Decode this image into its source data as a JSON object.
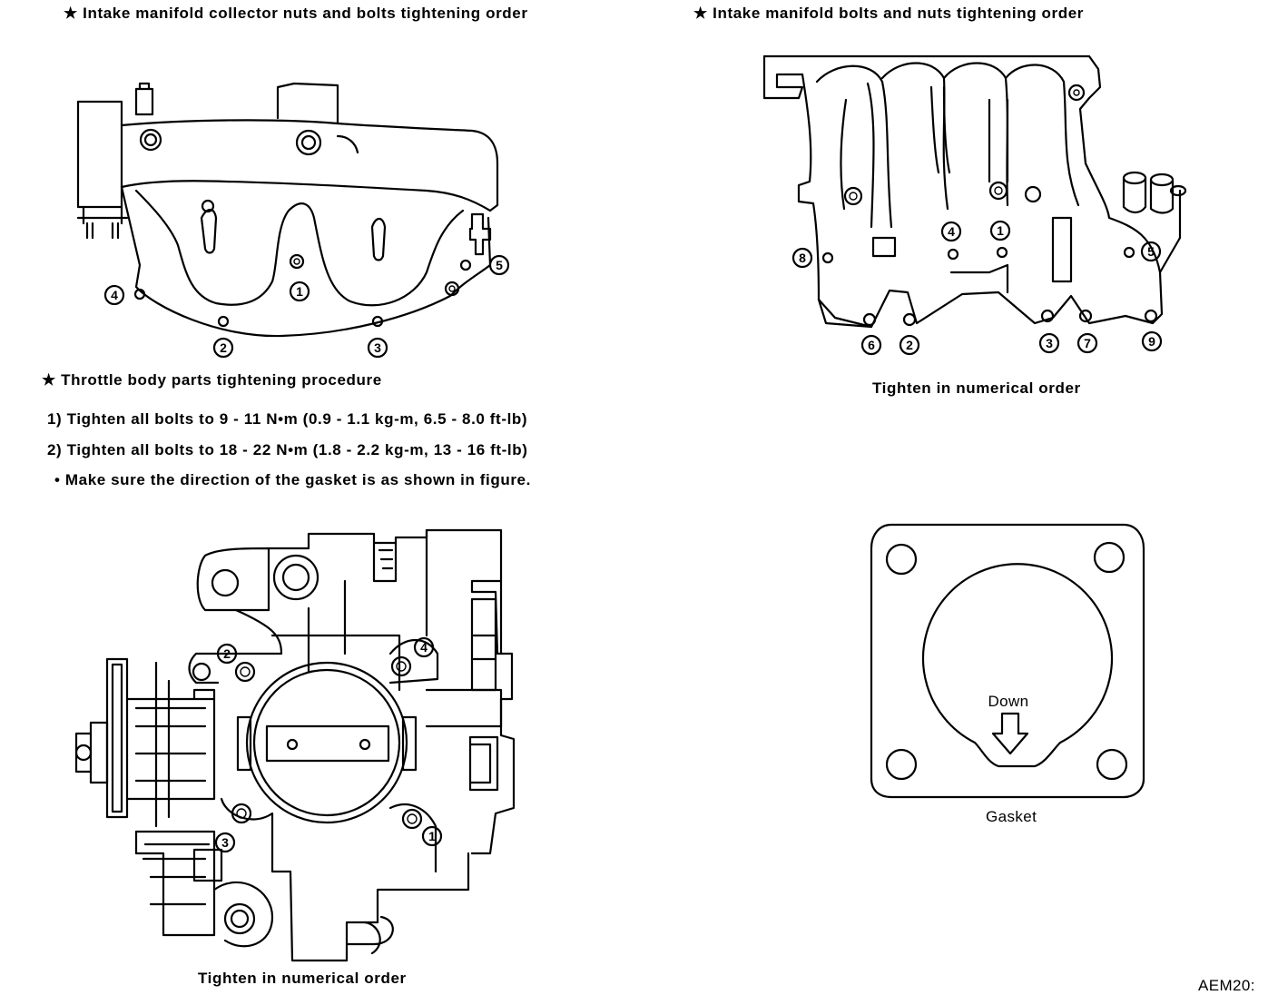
{
  "headings": {
    "collector": "★ Intake manifold collector nuts and bolts tightening order",
    "manifold": "★ Intake manifold bolts and nuts tightening order",
    "throttle": "★ Throttle body parts tightening procedure"
  },
  "steps": [
    "1) Tighten all bolts to 9 - 11 N•m (0.9 - 1.1 kg-m, 6.5 - 8.0 ft-lb)",
    "2) Tighten all bolts to 18 - 22 N•m (1.8 - 2.2 kg-m, 13 - 16 ft-lb)"
  ],
  "note": "• Make sure the direction of the gasket is as shown in figure.",
  "captions": {
    "manifold": "Tighten in numerical order",
    "throttle": "Tighten in numerical order",
    "gasket": "Gasket",
    "gasket_arrow": "Down"
  },
  "collector_bolt_order": [
    "4",
    "1",
    "5",
    "2",
    "3"
  ],
  "manifold_bolt_order": [
    "8",
    "4",
    "1",
    "5",
    "6",
    "2",
    "3",
    "7",
    "9"
  ],
  "throttle_bolt_order": [
    "2",
    "4",
    "3",
    "1"
  ],
  "figure_code": "AEM20:"
}
